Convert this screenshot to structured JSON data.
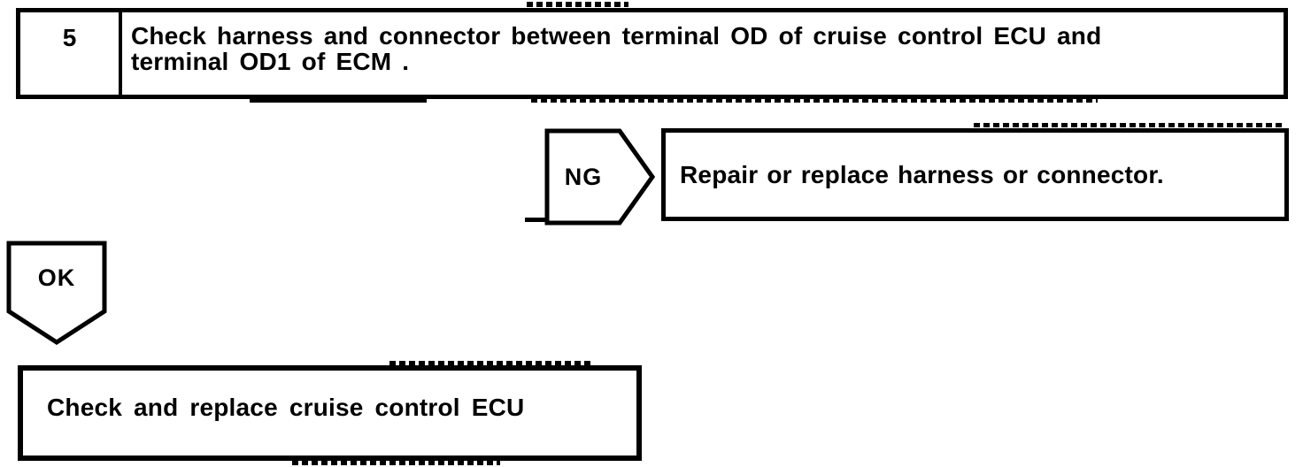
{
  "document": {
    "background": "#ffffff",
    "ink": "#000000"
  },
  "flowchart": {
    "step": {
      "number": "5",
      "instruction_line1": "Check harness and connector between terminal OD of cruise control ECU and",
      "instruction_line2": "terminal OD1 of ECM ."
    },
    "ng_branch": {
      "connector_label": "NG",
      "action": "Repair or replace harness or connector."
    },
    "ok_branch": {
      "connector_label": "OK",
      "action": "Check and replace cruise control ECU"
    }
  }
}
